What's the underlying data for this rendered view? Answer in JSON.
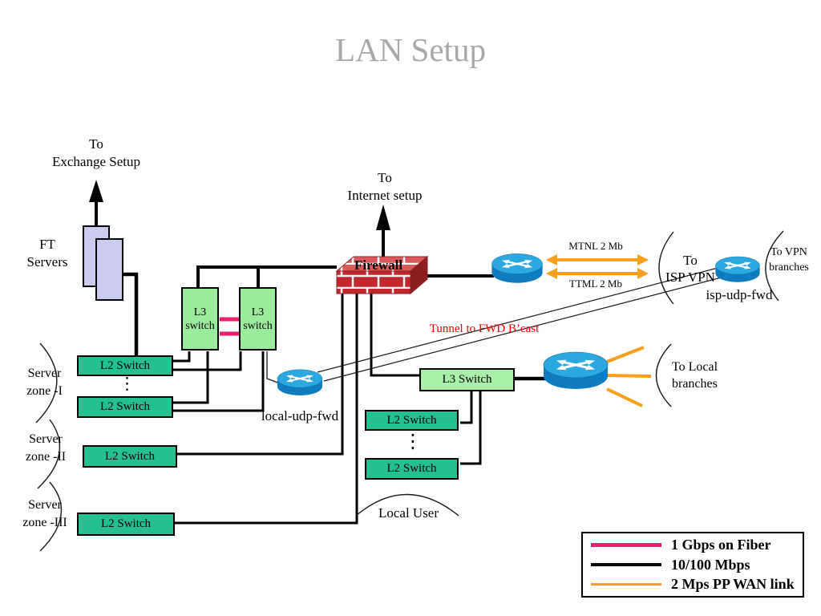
{
  "title": "LAN Setup",
  "labels": {
    "to_exchange": {
      "line1": "To",
      "line2": "Exchange Setup"
    },
    "ft_servers": {
      "line1": "FT",
      "line2": "Servers"
    },
    "to_internet": {
      "line1": "To",
      "line2": "Internet setup"
    },
    "firewall": "Firewall",
    "mtnl_link": "MTNL 2 Mb",
    "ttml_link": "TTML 2 Mb",
    "to_isp_vpn": {
      "line1": "To",
      "line2": "ISP VPN"
    },
    "to_vpn_branches": {
      "line1": "To VPN",
      "line2": "branches"
    },
    "isp_udp_fwd": "isp-udp-fwd",
    "tunnel": "Tunnel to FWD B’cast",
    "local_udp_fwd": "local-udp-fwd",
    "to_local_branches": {
      "line1": "To Local",
      "line2": "branches"
    },
    "server_zone_1": {
      "line1": "Server",
      "line2": "zone -I"
    },
    "server_zone_2": {
      "line1": "Server",
      "line2": "zone -II"
    },
    "server_zone_3": {
      "line1": "Server",
      "line2": "zone -III"
    },
    "local_user": "Local User",
    "ellipsis": "⋮"
  },
  "switches": {
    "l3_left": {
      "line1": "L3",
      "line2": "switch"
    },
    "l3_right": {
      "line1": "L3",
      "line2": "switch"
    },
    "l3_center": "L3 Switch",
    "l2_zone1_a": "L2 Switch",
    "l2_zone1_b": "L2 Switch",
    "l2_zone2": "L2 Switch",
    "l2_zone3": "L2 Switch",
    "l2_center_a": "L2 Switch",
    "l2_center_b": "L2 Switch"
  },
  "legend": {
    "items": [
      {
        "label": "1 Gbps on Fiber",
        "color": "#EC1E6E"
      },
      {
        "label": "10/100 Mbps",
        "color": "#000000"
      },
      {
        "label": "2 Mps PP WAN link",
        "color": "#F8A01C"
      }
    ]
  },
  "colors": {
    "fiber_pink": "#EC1E6E",
    "wan_orange": "#F8A01C",
    "lan_black": "#000000",
    "l3_switch_green": "#9CEB9C",
    "l3_center_green": "#A9F1A9",
    "l2_switch_green": "#26BF8F",
    "server_lavender": "#CCCCF0",
    "firewall_red": "#C1272D",
    "router_blue_top": "#2CA8E0",
    "router_blue_body": "#0E7CBE",
    "tunnel_text_red": "#EE0000",
    "title_gray": "#A8A8A8"
  }
}
